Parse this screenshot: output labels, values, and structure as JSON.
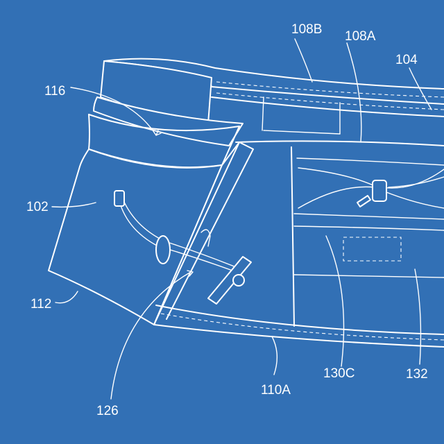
{
  "colors": {
    "background": "#3270b5",
    "line": "#ffffff"
  },
  "labels": {
    "l102": "102",
    "l104": "104",
    "l108A": "108A",
    "l108B": "108B",
    "l110A": "110A",
    "l112": "112",
    "l116": "116",
    "l126": "126",
    "l130C": "130C",
    "l132": "132"
  }
}
